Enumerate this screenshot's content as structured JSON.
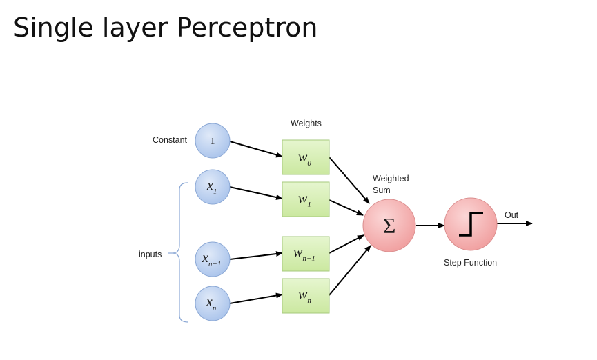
{
  "title": "Single layer Perceptron",
  "diagram": {
    "label_constant": "Constant",
    "label_inputs": "inputs",
    "label_weights": "Weights",
    "label_weighted_sum_line1": "Weighted",
    "label_weighted_sum_line2": "Sum",
    "label_step_function": "Step Function",
    "label_out": "Out",
    "input_nodes": [
      {
        "base": "1",
        "sub": ""
      },
      {
        "base": "x",
        "sub": "1"
      },
      {
        "base": "x",
        "sub": "n−1"
      },
      {
        "base": "x",
        "sub": "n"
      }
    ],
    "weight_boxes": [
      {
        "base": "w",
        "sub": "0"
      },
      {
        "base": "w",
        "sub": "1"
      },
      {
        "base": "w",
        "sub": "n−1"
      },
      {
        "base": "w",
        "sub": "n"
      }
    ],
    "sum_symbol": "Σ",
    "colors": {
      "input_fill": "#b9d0f0",
      "input_stroke": "#8aa7d4",
      "weight_fill": "#d7efb3",
      "weight_stroke": "#a6c97c",
      "neuron_fill": "#f5b3b3",
      "neuron_stroke": "#d98c8c",
      "arrow": "#000000",
      "bracket": "#8aa7d4"
    }
  }
}
